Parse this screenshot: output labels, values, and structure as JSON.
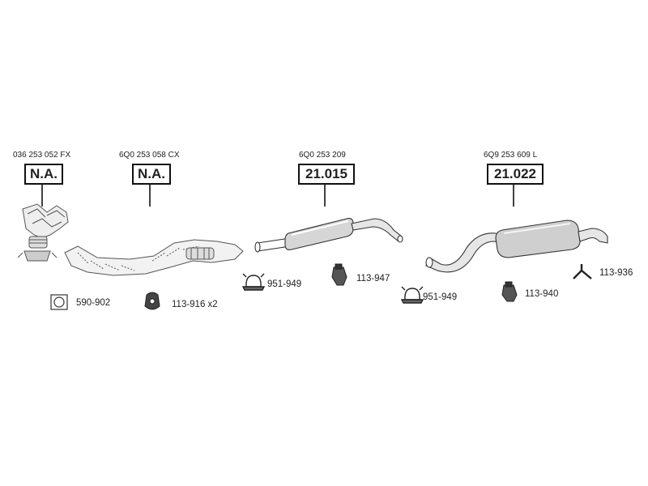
{
  "parts": [
    {
      "oem": "036 253 052 FX",
      "code": "N.A."
    },
    {
      "oem": "6Q0 253 058 CX",
      "code": "N.A."
    },
    {
      "oem": "6Q0 253 209",
      "code": "21.015"
    },
    {
      "oem": "6Q9 253 609 L",
      "code": "21.022"
    }
  ],
  "accessories": [
    {
      "code": "590-902",
      "icon": "gasket-icon"
    },
    {
      "code": "113-916 x2",
      "icon": "rubber-hanger-icon"
    },
    {
      "code": "951-949",
      "icon": "pipe-clamp-icon"
    },
    {
      "code": "113-947",
      "icon": "rubber-mount-icon"
    },
    {
      "code": "951-949",
      "icon": "pipe-clamp-icon"
    },
    {
      "code": "113-940",
      "icon": "rubber-mount-icon"
    },
    {
      "code": "113-936",
      "icon": "hanger-bracket-icon"
    }
  ]
}
